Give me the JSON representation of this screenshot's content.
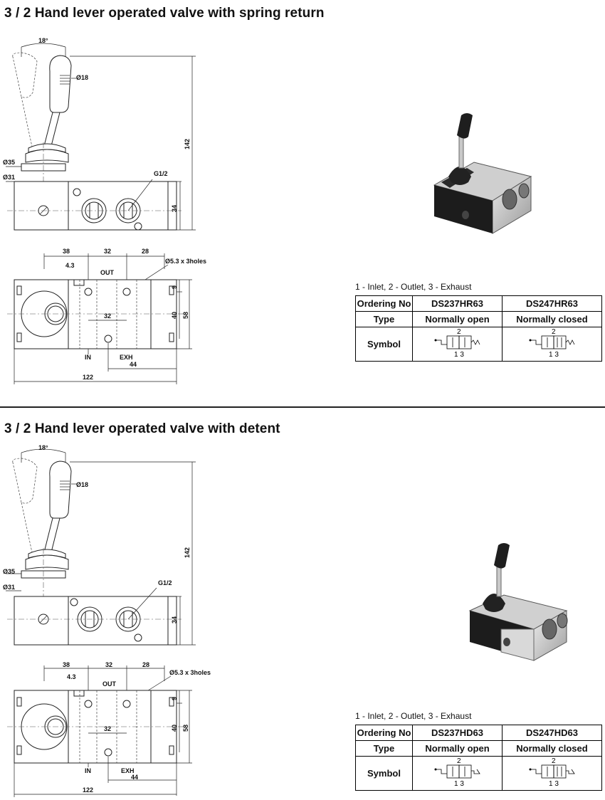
{
  "sections": [
    {
      "title": "3 / 2 Hand lever operated valve with spring return",
      "dims": {
        "angle": "18°",
        "grip_dia": "Ø18",
        "boot_dia": "Ø35",
        "base_dia": "Ø31",
        "port": "G1/2",
        "height_total": "142",
        "body_height": "34",
        "d38": "38",
        "d32_top": "32",
        "d28": "28",
        "d4_3": "4.3",
        "holes": "Ø5.3 x 3holes",
        "out_label": "OUT",
        "d9": "9",
        "d40": "40",
        "d58": "58",
        "d32_mid": "32",
        "in_label": "IN",
        "exh_label": "EXH",
        "d44": "44",
        "d122": "122"
      },
      "legend": "1 - Inlet,    2 - Outlet,    3 - Exhaust",
      "table": {
        "ordering_label": "Ordering No",
        "type_label": "Type",
        "symbol_label": "Symbol",
        "col1_no": "DS237HR63",
        "col2_no": "DS247HR63",
        "col1_type": "Normally open",
        "col2_type": "Normally closed",
        "sym_port_top": "2",
        "sym_ports_bottom": "1 3"
      }
    },
    {
      "title": "3 / 2 Hand lever operated valve with detent",
      "dims": {
        "angle": "18°",
        "grip_dia": "Ø18",
        "boot_dia": "Ø35",
        "base_dia": "Ø31",
        "port": "G1/2",
        "height_total": "142",
        "body_height": "34",
        "d38": "38",
        "d32_top": "32",
        "d28": "28",
        "d4_3": "4.3",
        "holes": "Ø5.3 x 3holes",
        "out_label": "OUT",
        "d9": "9",
        "d40": "40",
        "d58": "58",
        "d32_mid": "32",
        "in_label": "IN",
        "exh_label": "EXH",
        "d44": "44",
        "d122": "122"
      },
      "legend": "1 - Inlet,    2 - Outlet,    3 - Exhaust",
      "table": {
        "ordering_label": "Ordering No",
        "type_label": "Type",
        "symbol_label": "Symbol",
        "col1_no": "DS237HD63",
        "col2_no": "DS247HD63",
        "col1_type": "Normally open",
        "col2_type": "Normally closed",
        "sym_port_top": "2",
        "sym_ports_bottom": "1 3"
      }
    }
  ]
}
